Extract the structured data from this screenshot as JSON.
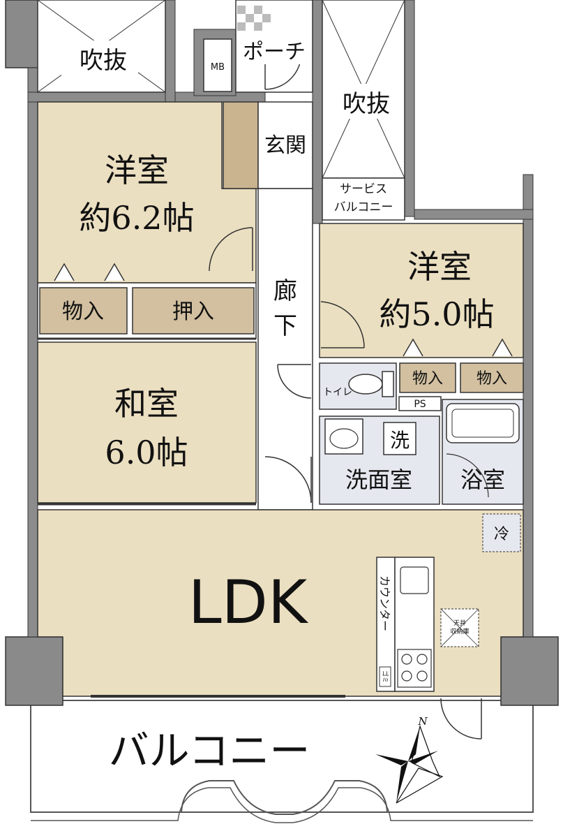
{
  "colors": {
    "room": "#ebdfc1",
    "closet": "#d2c0a0",
    "wet": "#e6e8ef",
    "wall": "#8c8c8c",
    "line": "#1a1a1a",
    "column": "#8a8a8a"
  },
  "rooms": {
    "western1": {
      "name": "洋室",
      "size": "約6.2帖"
    },
    "western2": {
      "name": "洋室",
      "size": "約5.0帖"
    },
    "japanese": {
      "name": "和室",
      "size": "6.0帖"
    },
    "ldk": {
      "name": "LDK"
    }
  },
  "labels": {
    "fukinuke_left": "吹抜",
    "fukinuke_right": "吹抜",
    "mb": "MB",
    "porch": "ポーチ",
    "genkan": "玄関",
    "service_balcony_1": "サービス",
    "service_balcony_2": "バルコニー",
    "corridor_1": "廊",
    "corridor_2": "下",
    "storage1": "物入",
    "oshiire": "押入",
    "storage2": "物入",
    "storage3": "物入",
    "toilet": "トイレ",
    "ps": "PS",
    "washer": "洗",
    "washroom": "洗面室",
    "bath": "浴室",
    "fridge": "冷",
    "counter": "カウンター",
    "ceiling_storage_1": "天井",
    "ceiling_storage_2": "収納庫",
    "trash": "ゴミ",
    "balcony": "バルコニー",
    "north": "N"
  }
}
